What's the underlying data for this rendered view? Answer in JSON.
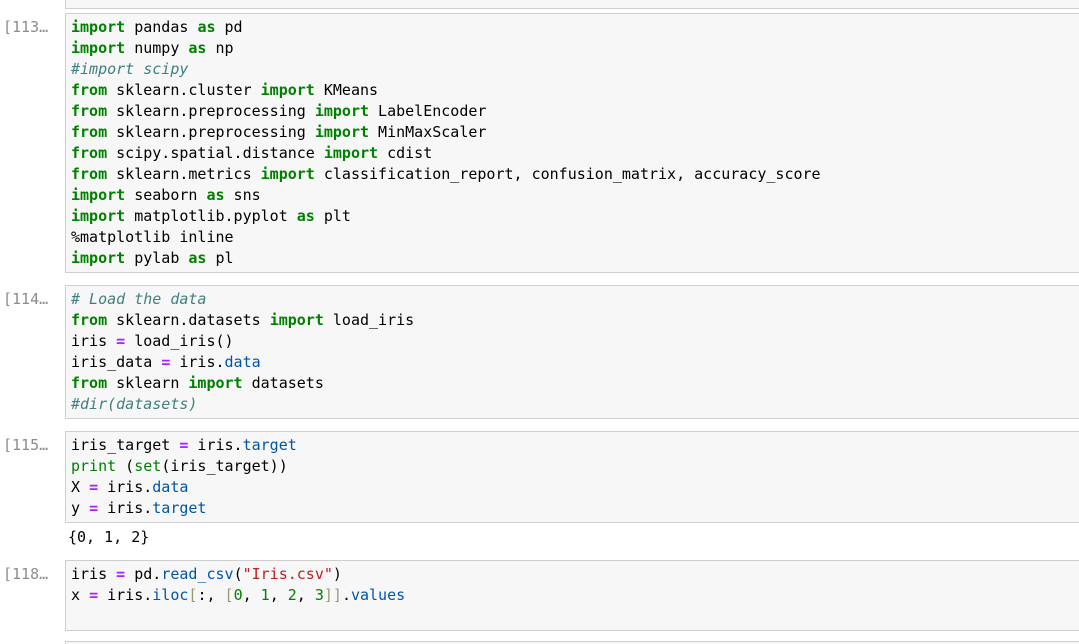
{
  "colors": {
    "cell_background": "#f7f7f7",
    "cell_border": "#cfcfcf",
    "prompt_text": "#8c8c8c",
    "keyword": "#008000",
    "operator": "#AA22FF",
    "builtin": "#008000",
    "comment": "#408080",
    "string": "#BA2121",
    "property": "#0055AA",
    "number": "#008000",
    "bracket": "#999977",
    "plain_code": "#000000"
  },
  "cells": [
    {
      "prompt": "",
      "lines": []
    },
    {
      "prompt": "[113…",
      "lines": [
        [
          [
            "kw",
            "import"
          ],
          [
            "pl",
            " pandas "
          ],
          [
            "kw",
            "as"
          ],
          [
            "pl",
            " pd"
          ]
        ],
        [
          [
            "kw",
            "import"
          ],
          [
            "pl",
            " numpy "
          ],
          [
            "kw",
            "as"
          ],
          [
            "pl",
            " np"
          ]
        ],
        [
          [
            "cm",
            "#import scipy"
          ]
        ],
        [
          [
            "kw",
            "from"
          ],
          [
            "pl",
            " sklearn.cluster "
          ],
          [
            "kw",
            "import"
          ],
          [
            "pl",
            " KMeans"
          ]
        ],
        [
          [
            "kw",
            "from"
          ],
          [
            "pl",
            " sklearn.preprocessing "
          ],
          [
            "kw",
            "import"
          ],
          [
            "pl",
            " LabelEncoder"
          ]
        ],
        [
          [
            "kw",
            "from"
          ],
          [
            "pl",
            " sklearn.preprocessing "
          ],
          [
            "kw",
            "import"
          ],
          [
            "pl",
            " MinMaxScaler"
          ]
        ],
        [
          [
            "kw",
            "from"
          ],
          [
            "pl",
            " scipy.spatial.distance "
          ],
          [
            "kw",
            "import"
          ],
          [
            "pl",
            " cdist"
          ]
        ],
        [
          [
            "kw",
            "from"
          ],
          [
            "pl",
            " sklearn.metrics "
          ],
          [
            "kw",
            "import"
          ],
          [
            "pl",
            " classification_report, confusion_matrix, accuracy_score"
          ]
        ],
        [
          [
            "kw",
            "import"
          ],
          [
            "pl",
            " seaborn "
          ],
          [
            "kw",
            "as"
          ],
          [
            "pl",
            " sns"
          ]
        ],
        [
          [
            "kw",
            "import"
          ],
          [
            "pl",
            " matplotlib.pyplot "
          ],
          [
            "kw",
            "as"
          ],
          [
            "pl",
            " plt"
          ]
        ],
        [
          [
            "pl",
            "%matplotlib inline"
          ]
        ],
        [
          [
            "kw",
            "import"
          ],
          [
            "pl",
            " pylab "
          ],
          [
            "kw",
            "as"
          ],
          [
            "pl",
            " pl"
          ]
        ]
      ]
    },
    {
      "prompt": "[114…",
      "lines": [
        [
          [
            "cm",
            "# Load the data"
          ]
        ],
        [
          [
            "kw",
            "from"
          ],
          [
            "pl",
            " sklearn.datasets "
          ],
          [
            "kw",
            "import"
          ],
          [
            "pl",
            " load_iris"
          ]
        ],
        [
          [
            "pl",
            "iris "
          ],
          [
            "op",
            "="
          ],
          [
            "pl",
            " load_iris()"
          ]
        ],
        [
          [
            "pl",
            "iris_data "
          ],
          [
            "op",
            "="
          ],
          [
            "pl",
            " iris."
          ],
          [
            "pr",
            "data"
          ]
        ],
        [
          [
            "kw",
            "from"
          ],
          [
            "pl",
            " sklearn "
          ],
          [
            "kw",
            "import"
          ],
          [
            "pl",
            " datasets"
          ]
        ],
        [
          [
            "cm",
            "#dir(datasets)"
          ]
        ]
      ]
    },
    {
      "prompt": "[115…",
      "lines": [
        [
          [
            "pl",
            "iris_target "
          ],
          [
            "op",
            "="
          ],
          [
            "pl",
            " iris."
          ],
          [
            "pr",
            "target"
          ]
        ],
        [
          [
            "bi",
            "print"
          ],
          [
            "pl",
            " ("
          ],
          [
            "bi",
            "set"
          ],
          [
            "pl",
            "(iris_target))"
          ]
        ],
        [
          [
            "pl",
            "X "
          ],
          [
            "op",
            "="
          ],
          [
            "pl",
            " iris."
          ],
          [
            "pr",
            "data"
          ]
        ],
        [
          [
            "pl",
            "y "
          ],
          [
            "op",
            "="
          ],
          [
            "pl",
            " iris."
          ],
          [
            "pr",
            "target"
          ]
        ]
      ],
      "output": "{0, 1, 2}"
    },
    {
      "prompt": "[118…",
      "lines": [
        [
          [
            "pl",
            "iris "
          ],
          [
            "op",
            "="
          ],
          [
            "pl",
            " pd."
          ],
          [
            "pr",
            "read_csv"
          ],
          [
            "pl",
            "("
          ],
          [
            "st",
            "\"Iris.csv\""
          ],
          [
            "pl",
            ")"
          ]
        ],
        [
          [
            "pl",
            "x "
          ],
          [
            "op",
            "="
          ],
          [
            "pl",
            " iris."
          ],
          [
            "pr",
            "iloc"
          ],
          [
            "br",
            "["
          ],
          [
            "pl",
            ":, "
          ],
          [
            "br",
            "["
          ],
          [
            "nu",
            "0"
          ],
          [
            "pl",
            ", "
          ],
          [
            "nu",
            "1"
          ],
          [
            "pl",
            ", "
          ],
          [
            "nu",
            "2"
          ],
          [
            "pl",
            ", "
          ],
          [
            "nu",
            "3"
          ],
          [
            "br",
            "]]"
          ],
          [
            "pl",
            "."
          ],
          [
            "pr",
            "values"
          ]
        ],
        []
      ]
    },
    {
      "prompt": "",
      "lines": []
    }
  ]
}
